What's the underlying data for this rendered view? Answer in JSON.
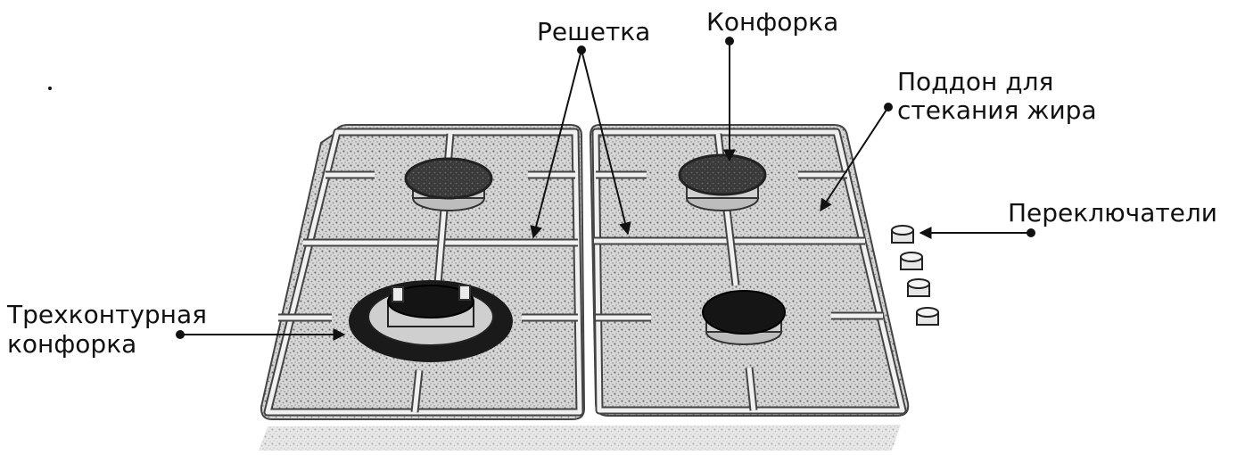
{
  "labels": {
    "grate": "Решетка",
    "burner": "Конфорка",
    "drip_tray_line1": "Поддон для",
    "drip_tray_line2": "стекания жира",
    "switches": "Переключатели",
    "triple_burner_line1": "Трехконтурная",
    "triple_burner_line2": "конфорка"
  },
  "colors": {
    "ink": "#111111",
    "surface": "#d9d9d9",
    "burner_cap": "#2b2b2b",
    "grate": "#f2f2f2"
  }
}
